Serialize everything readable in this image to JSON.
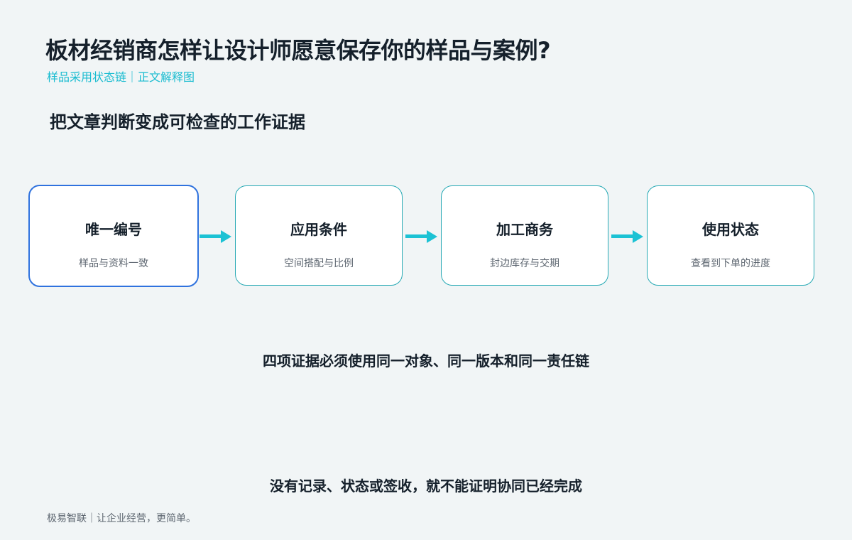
{
  "header": {
    "title": "板材经销商怎样让设计师愿意保存你的样品与案例?",
    "subtitle": "样品采用状态链｜正文解释图"
  },
  "section": {
    "heading": "把文章判断变成可检查的工作证据"
  },
  "flow": {
    "steps": [
      {
        "title": "唯一编号",
        "desc": "样品与资料一致",
        "active": true
      },
      {
        "title": "应用条件",
        "desc": "空间搭配与比例",
        "active": false
      },
      {
        "title": "加工商务",
        "desc": "封边库存与交期",
        "active": false
      },
      {
        "title": "使用状态",
        "desc": "查看到下单的进度",
        "active": false
      }
    ],
    "colors": {
      "active_border": "#2f72de",
      "step_border": "#26a9b4",
      "arrow": "#1cc2d4"
    }
  },
  "note": "四项证据必须使用同一对象、同一版本和同一责任链",
  "closing": "没有记录、状态或签收，就不能证明协同已经完成",
  "footer": "极易智联｜让企业经营，更简单。"
}
